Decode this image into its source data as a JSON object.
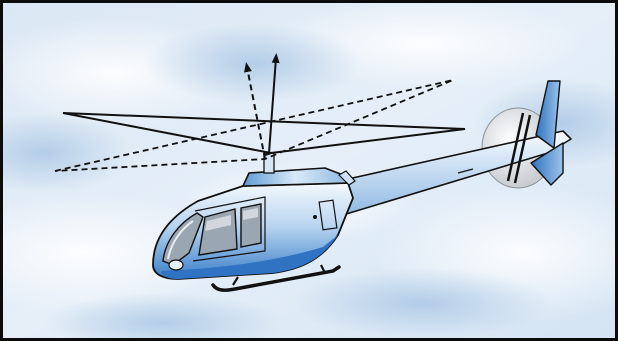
{
  "figure": {
    "subject": "helicopter-rotor-tilt",
    "icons": [
      "sky-background",
      "helicopter-icon",
      "rotor-disc-level",
      "rotor-disc-tilted",
      "lift-vector-level",
      "lift-vector-tilted"
    ],
    "colors": {
      "sky_light": "#f2f7fc",
      "sky_mid": "#cfe0f2",
      "sky_dark": "#a9c7e6",
      "body_blue": "#3f86cf",
      "body_light": "#e8f2fb",
      "window_gray": "#9aa6b1",
      "outline": "#111111"
    }
  }
}
